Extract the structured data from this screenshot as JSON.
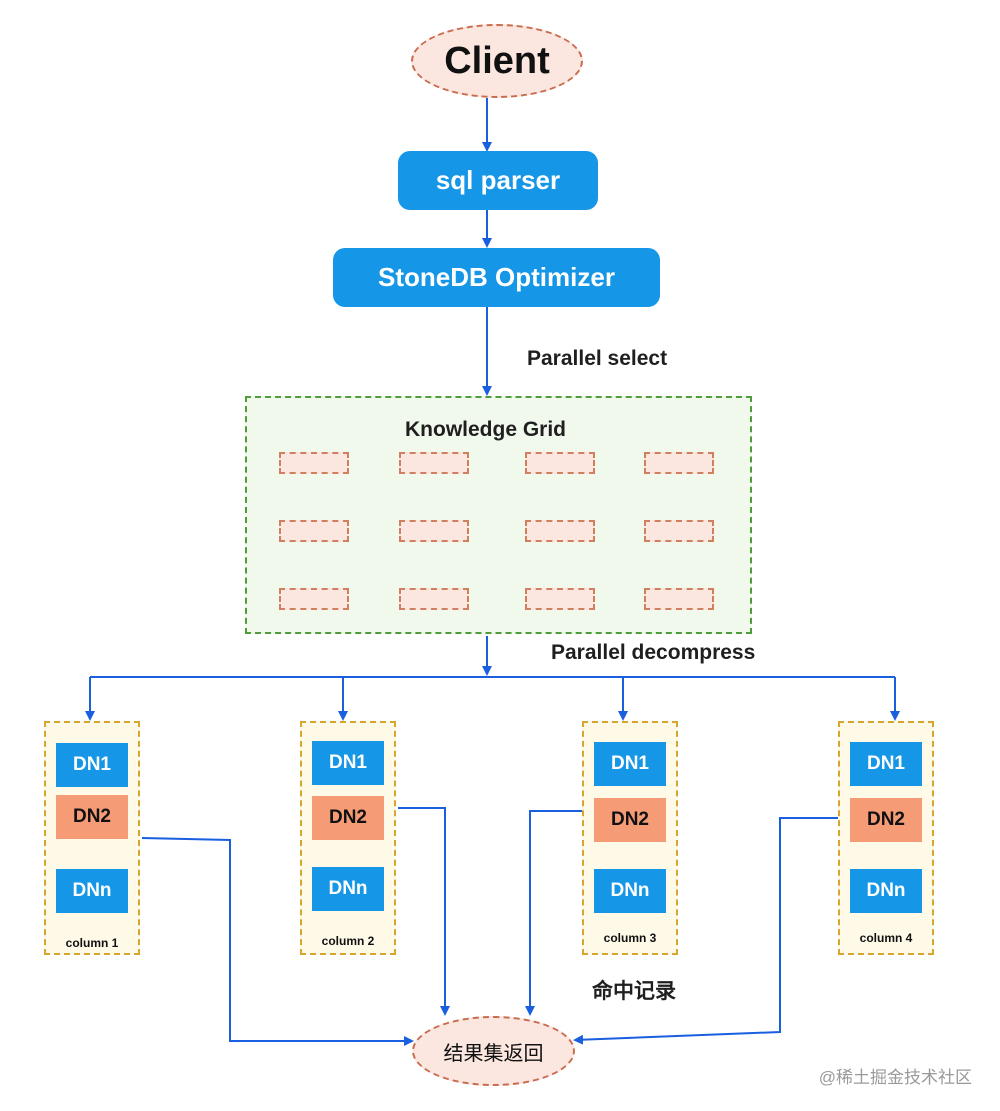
{
  "nodes": {
    "client": "Client",
    "sql_parser": "sql parser",
    "optimizer": "StoneDB Optimizer",
    "result": "结果集返回"
  },
  "labels": {
    "parallel_select": "Parallel select",
    "knowledge_grid": "Knowledge Grid",
    "parallel_decompress": "Parallel decompress",
    "hit_records": "命中记录"
  },
  "columns": [
    {
      "label": "column 1",
      "dn1": "DN1",
      "dn2": "DN2",
      "dnn": "DNn"
    },
    {
      "label": "column 2",
      "dn1": "DN1",
      "dn2": "DN2",
      "dnn": "DNn"
    },
    {
      "label": "column 3",
      "dn1": "DN1",
      "dn2": "DN2",
      "dnn": "DNn"
    },
    {
      "label": "column 4",
      "dn1": "DN1",
      "dn2": "DN2",
      "dnn": "DNn"
    }
  ],
  "watermark": "@稀土掘金技术社区",
  "colors": {
    "primary_blue": "#1596e6",
    "arrow_blue": "#1a5fe0",
    "node_orange": "#f59c77",
    "ellipse_fill": "#fbe7df",
    "grid_green": "#4f9c3b",
    "column_gold": "#d7a62e"
  }
}
